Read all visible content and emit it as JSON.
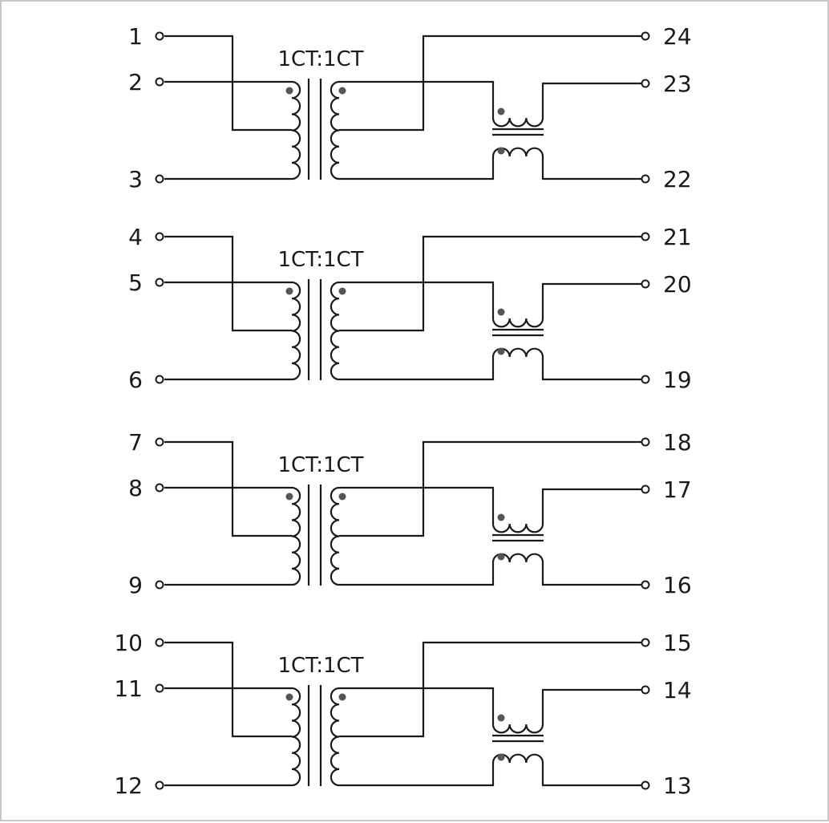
{
  "diagram": {
    "colors": {
      "line": "#1a1a1a",
      "dot": "#555555",
      "border": "#c8c8c8",
      "background": "#ffffff"
    },
    "channels": [
      {
        "ratio": "1CT:1CT",
        "left_pins": [
          "1",
          "2",
          "3"
        ],
        "right_pins": [
          "24",
          "23",
          "22"
        ]
      },
      {
        "ratio": "1CT:1CT",
        "left_pins": [
          "4",
          "5",
          "6"
        ],
        "right_pins": [
          "21",
          "20",
          "19"
        ]
      },
      {
        "ratio": "1CT:1CT",
        "left_pins": [
          "7",
          "8",
          "9"
        ],
        "right_pins": [
          "18",
          "17",
          "16"
        ]
      },
      {
        "ratio": "1CT:1CT",
        "left_pins": [
          "10",
          "11",
          "12"
        ],
        "right_pins": [
          "15",
          "14",
          "13"
        ]
      }
    ]
  }
}
